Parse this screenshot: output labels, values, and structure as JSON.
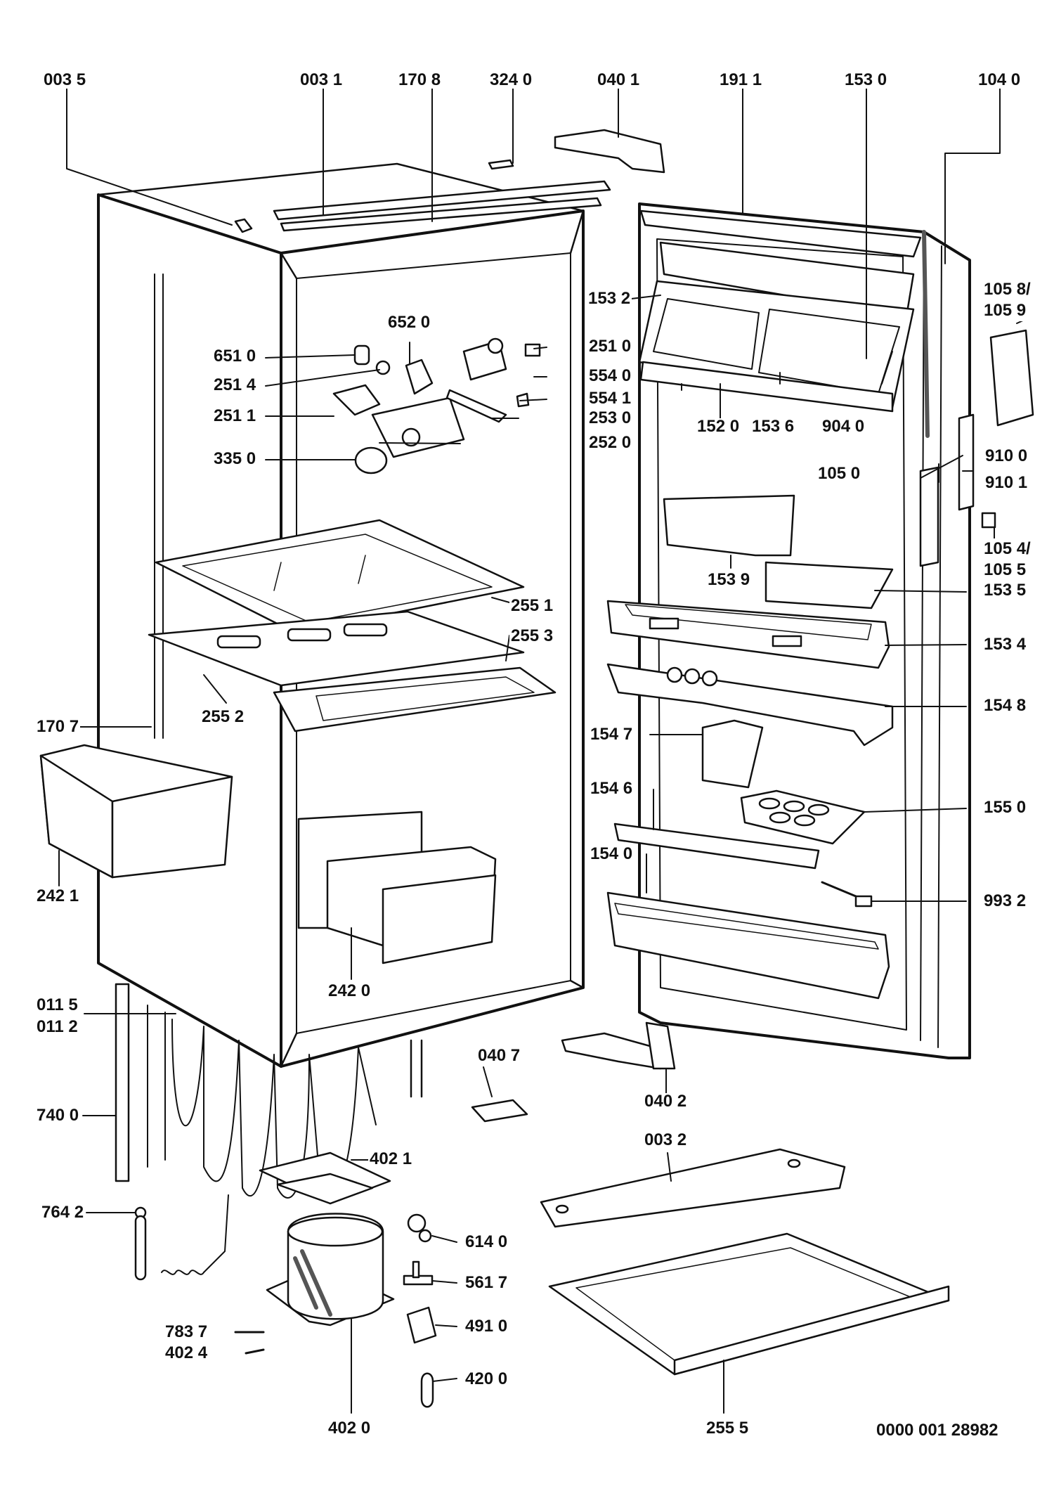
{
  "colors": {
    "ink": "#111111",
    "paper": "#ffffff",
    "hatch": "#555555",
    "tint": "#eeeeee"
  },
  "labels": {
    "p0035": "003 5",
    "p0031": "003 1",
    "p1708": "170 8",
    "p3240": "324 0",
    "p0401": "040 1",
    "p1911": "191 1",
    "p1530": "153 0",
    "p1040": "104 0",
    "p1532": "153 2",
    "p10589": "105 8/\n105 9",
    "p6520": "652 0",
    "p6510": "651 0",
    "p2514": "251 4",
    "p2511": "251 1",
    "p2510": "251 0",
    "p5540": "554 0",
    "p5541": "554 1",
    "p2530": "253 0",
    "p2520": "252 0",
    "p3350": "335 0",
    "p1520": "152 0",
    "p1536": "153 6",
    "p9040": "904 0",
    "p9100": "910 0",
    "p9101": "910 1",
    "p1050": "105 0",
    "p10545": "105 4/\n105 5",
    "p1539": "153 9",
    "p1535": "153 5",
    "p2551": "255 1",
    "p2553": "255 3",
    "p1534": "153 4",
    "p2552": "255 2",
    "p1548": "154 8",
    "p1707": "170 7",
    "p1547": "154 7",
    "p1546": "154 6",
    "p1550": "155 0",
    "p2421": "242 1",
    "p1540": "154 0",
    "p9932": "993 2",
    "p2420": "242 0",
    "p0115": "011 5",
    "p0112": "011 2",
    "p0407": "040 7",
    "p0402": "040 2",
    "p7400": "740 0",
    "p0032": "003 2",
    "p4021": "402 1",
    "p7642": "764 2",
    "p6140": "614 0",
    "p5617": "561 7",
    "p4910": "491 0",
    "p7837": "783 7",
    "p4024": "402 4",
    "p4200": "420 0",
    "p4020": "402 0",
    "p2555": "255 5",
    "docno": "0000 001 28982"
  }
}
